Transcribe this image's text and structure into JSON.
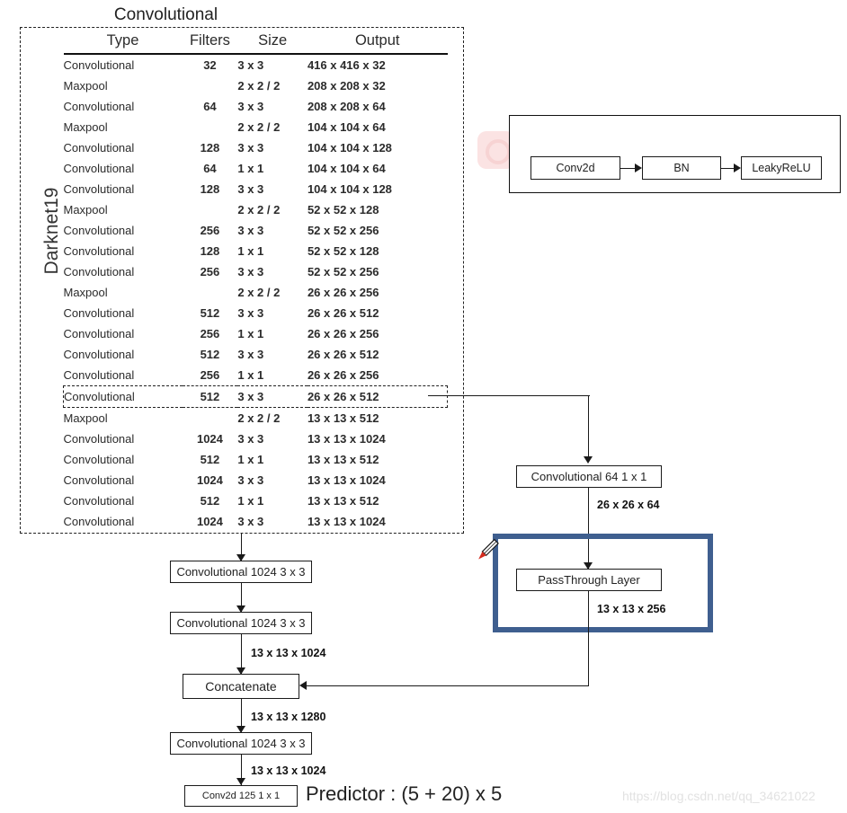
{
  "diagram": {
    "backbone_label": "Darknet19",
    "table": {
      "headers": [
        "Type",
        "Filters",
        "Size",
        "Output"
      ],
      "rows": [
        {
          "type": "Convolutional",
          "filters": "32",
          "size": "3 x 3",
          "output": "416 x 416 x 32",
          "highlight": false
        },
        {
          "type": "Maxpool",
          "filters": "",
          "size": "2 x 2 / 2",
          "output": "208 x 208 x 32",
          "highlight": false
        },
        {
          "type": "Convolutional",
          "filters": "64",
          "size": "3 x 3",
          "output": "208 x 208 x 64",
          "highlight": false
        },
        {
          "type": "Maxpool",
          "filters": "",
          "size": "2 x 2 / 2",
          "output": "104 x 104 x 64",
          "highlight": false
        },
        {
          "type": "Convolutional",
          "filters": "128",
          "size": "3 x 3",
          "output": "104 x 104 x 128",
          "highlight": false
        },
        {
          "type": "Convolutional",
          "filters": "64",
          "size": "1 x 1",
          "output": "104 x 104 x 64",
          "highlight": false
        },
        {
          "type": "Convolutional",
          "filters": "128",
          "size": "3 x 3",
          "output": "104 x 104 x 128",
          "highlight": false
        },
        {
          "type": "Maxpool",
          "filters": "",
          "size": "2 x 2 / 2",
          "output": "52 x 52 x 128",
          "highlight": false
        },
        {
          "type": "Convolutional",
          "filters": "256",
          "size": "3 x 3",
          "output": "52 x 52 x 256",
          "highlight": false
        },
        {
          "type": "Convolutional",
          "filters": "128",
          "size": "1 x 1",
          "output": "52 x 52 x 128",
          "highlight": false
        },
        {
          "type": "Convolutional",
          "filters": "256",
          "size": "3 x 3",
          "output": "52 x 52 x 256",
          "highlight": false
        },
        {
          "type": "Maxpool",
          "filters": "",
          "size": "2 x 2 / 2",
          "output": "26 x 26 x 256",
          "highlight": false
        },
        {
          "type": "Convolutional",
          "filters": "512",
          "size": "3 x 3",
          "output": "26 x 26 x 512",
          "highlight": false
        },
        {
          "type": "Convolutional",
          "filters": "256",
          "size": "1 x 1",
          "output": "26 x 26 x 256",
          "highlight": false
        },
        {
          "type": "Convolutional",
          "filters": "512",
          "size": "3 x 3",
          "output": "26 x 26 x 512",
          "highlight": false
        },
        {
          "type": "Convolutional",
          "filters": "256",
          "size": "1 x 1",
          "output": "26 x 26 x 256",
          "highlight": false
        },
        {
          "type": "Convolutional",
          "filters": "512",
          "size": "3 x 3",
          "output": "26 x 26 x 512",
          "highlight": true
        },
        {
          "type": "Maxpool",
          "filters": "",
          "size": "2 x 2 / 2",
          "output": "13 x 13 x 512",
          "highlight": false
        },
        {
          "type": "Convolutional",
          "filters": "1024",
          "size": "3 x 3",
          "output": "13 x 13 x 1024",
          "highlight": false
        },
        {
          "type": "Convolutional",
          "filters": "512",
          "size": "1 x 1",
          "output": "13 x 13 x 512",
          "highlight": false
        },
        {
          "type": "Convolutional",
          "filters": "1024",
          "size": "3 x 3",
          "output": "13 x 13 x 1024",
          "highlight": false
        },
        {
          "type": "Convolutional",
          "filters": "512",
          "size": "1 x 1",
          "output": "13 x 13 x 512",
          "highlight": false
        },
        {
          "type": "Convolutional",
          "filters": "1024",
          "size": "3 x 3",
          "output": "13 x 13 x 1024",
          "highlight": false
        }
      ]
    },
    "legend": {
      "title": "Convolutional",
      "stages": [
        "Conv2d",
        "BN",
        "LeakyReLU"
      ]
    },
    "head_nodes": {
      "conv_a": "Convolutional   1024  3 x 3",
      "conv_b": "Convolutional   1024  3 x 3",
      "concatenate": "Concatenate",
      "conv_c": "Convolutional   1024  3 x 3",
      "conv2d_out": "Conv2d   125  1 x 1"
    },
    "branch_nodes": {
      "conv_reduce": "Convolutional  64    1 x 1",
      "passthrough": "PassThrough Layer"
    },
    "dimensions": {
      "branch_after_reduce": "26 x 26 x 64",
      "branch_after_passthrough": "13 x 13 x 256",
      "main_before_concat": "13 x 13 x 1024",
      "after_concat": "13 x 13 x 1280",
      "after_conv_c": "13 x 13 x 1024"
    },
    "predictor_caption": "Predictor : (5 + 20) x 5",
    "watermark": "https://blog.csdn.net/qq_34621022",
    "colors": {
      "highlight_blue": "#3f5f8f",
      "line": "#1a1a1a",
      "pencil_tip": "#d42b1e"
    }
  }
}
